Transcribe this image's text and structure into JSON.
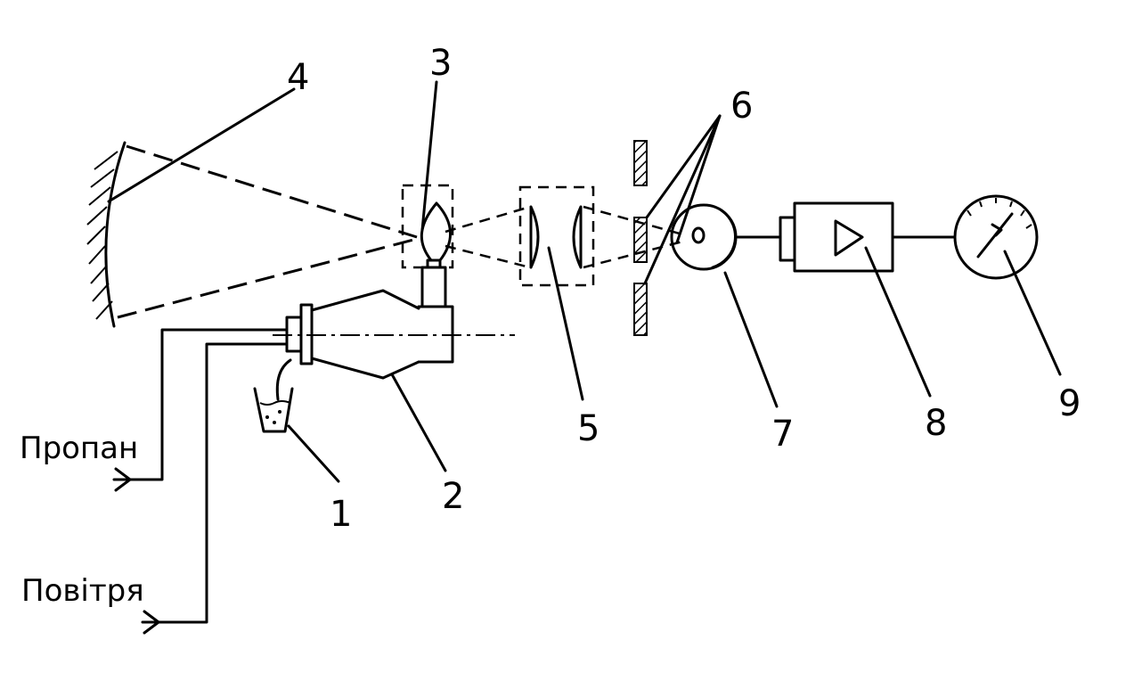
{
  "labels": {
    "n1": "1",
    "n2": "2",
    "n3": "3",
    "n4": "4",
    "n5": "5",
    "n6": "6",
    "n7": "7",
    "n8": "8",
    "n9": "9"
  },
  "inputs": {
    "propane": "Пропан",
    "air": "Повітря"
  }
}
